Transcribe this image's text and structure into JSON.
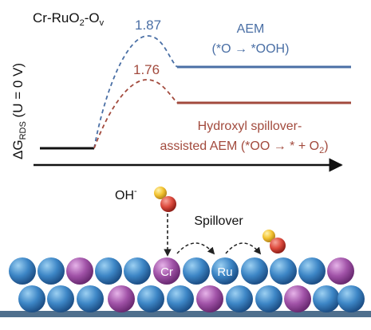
{
  "title": {
    "main": "Cr-RuO",
    "sub2": "2",
    "dash": "-O",
    "subv": "v"
  },
  "yaxis": {
    "delta": "ΔG",
    "sub": "RDS",
    "rest": " (U = 0 V)"
  },
  "upper_path": {
    "barrier": "1.87",
    "label_line1": "AEM",
    "label_line2": "(*O → *OOH)",
    "color": "#4a6fa5"
  },
  "lower_path": {
    "barrier": "1.76",
    "label_line1": "Hydroxyl spillover-",
    "label_line2_pre": "assisted AEM (*OO → * + O",
    "label_line2_sub": "2",
    "label_line2_post": ")",
    "color": "#a24a3d"
  },
  "reactant": {
    "label": "OH",
    "charge": "-"
  },
  "spillover_label": "Spillover",
  "atoms": {
    "cr_label": "Cr",
    "ru_label": "Ru",
    "blue": "#3d86c6",
    "purple": "#a153a8",
    "substrate": "#4f6f8d"
  }
}
